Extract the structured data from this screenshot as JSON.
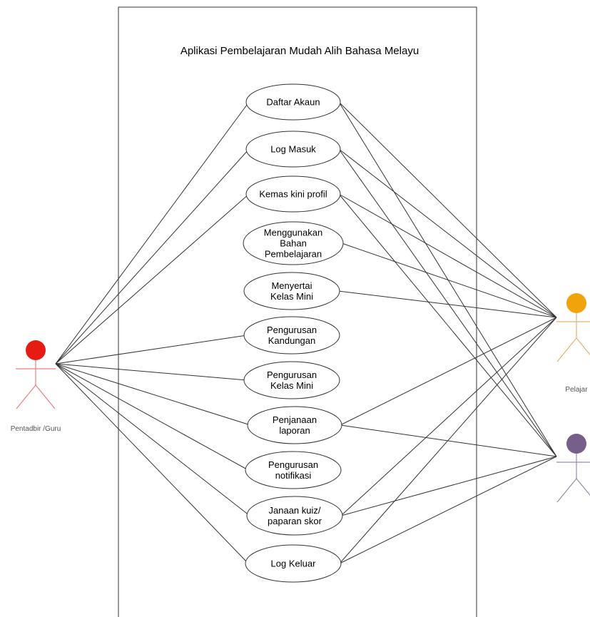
{
  "system": {
    "title": "Aplikasi Pembelajaran Mudah Alih Bahasa Melayu"
  },
  "actors": {
    "admin": {
      "label": "Pentadbir /Guru",
      "head_color": "#e81b12",
      "body_color": "#e88080"
    },
    "student": {
      "label": "Pelajar",
      "head_color": "#f0a30a",
      "body_color": "#e0b070"
    },
    "third": {
      "label": "",
      "head_color": "#76608a",
      "body_color": "#9a8aa8"
    }
  },
  "use_cases": [
    {
      "id": "daftar-akaun",
      "lines": [
        "Daftar Akaun"
      ]
    },
    {
      "id": "log-masuk",
      "lines": [
        "Log Masuk"
      ]
    },
    {
      "id": "kemas-kini-profil",
      "lines": [
        "Kemas kini profil"
      ]
    },
    {
      "id": "menggunakan-bahan",
      "lines": [
        "Menggunakan",
        "Bahan",
        "Pembelajaran"
      ]
    },
    {
      "id": "menyertai-kelas-mini",
      "lines": [
        "Menyertai",
        "Kelas Mini"
      ]
    },
    {
      "id": "pengurusan-kandungan",
      "lines": [
        "Pengurusan",
        "Kandungan"
      ]
    },
    {
      "id": "pengurusan-kelas-mini",
      "lines": [
        "Pengurusan",
        "Kelas Mini"
      ]
    },
    {
      "id": "penjanaan-laporan",
      "lines": [
        "Penjanaan",
        "laporan"
      ]
    },
    {
      "id": "pengurusan-notifikasi",
      "lines": [
        "Pengurusan",
        "notifikasi"
      ]
    },
    {
      "id": "janaan-kuiz",
      "lines": [
        "Janaan kuiz/",
        "paparan skor"
      ]
    },
    {
      "id": "log-keluar",
      "lines": [
        "Log Keluar"
      ]
    }
  ],
  "associations": {
    "admin": [
      0,
      1,
      2,
      5,
      6,
      7,
      8,
      9,
      10
    ],
    "student": [
      0,
      1,
      2,
      3,
      4,
      7,
      9,
      10
    ],
    "third": [
      0,
      1,
      2,
      7,
      9,
      10
    ]
  }
}
